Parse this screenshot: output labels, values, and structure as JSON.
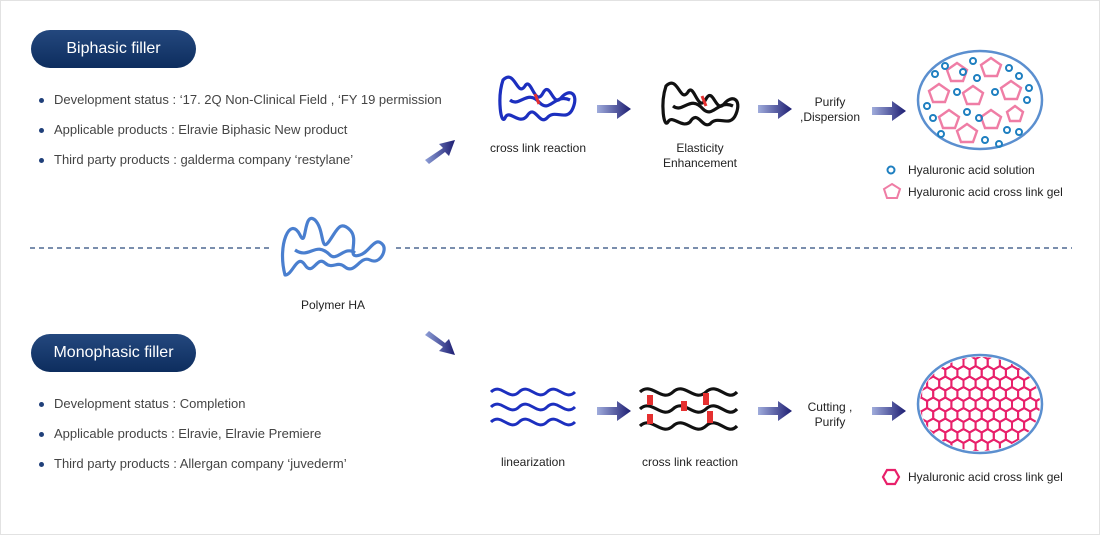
{
  "colors": {
    "pill": "#1b3b6e",
    "arrow": "#2a2a80",
    "blue_strand": "#1c2fbf",
    "crosslink": "#e53030",
    "ha_strand": "#4a7fcf",
    "solution_dot": "#1e7fc0",
    "gel_pink": "#ef7da5",
    "hex_pink": "#e8206a",
    "ellipse_border": "#5b8fcf"
  },
  "biphasic": {
    "title": "Biphasic filler",
    "bullets": [
      "Development status : ‘17. 2Q Non-Clinical Field , ‘FY 19 permission",
      "Applicable products : Elravie Biphasic New product",
      "Third party products : galderma company  ‘restylane’"
    ],
    "steps": {
      "crosslink": "cross link reaction",
      "elasticity": "Elasticity\nEnhancement",
      "purify": "Purify\n,Dispersion"
    },
    "legend": {
      "solution": "Hyaluronic acid solution",
      "gel": "Hyaluronic acid cross link gel"
    }
  },
  "polymer_label": "Polymer HA",
  "monophasic": {
    "title": "Monophasic filler",
    "bullets": [
      "Development status : Completion",
      "Applicable products : Elravie, Elravie  Premiere",
      "Third party products : Allergan company   ‘juvederm’"
    ],
    "steps": {
      "linearization": "linearization",
      "crosslink": "cross link reaction",
      "cutting": "Cutting ,\nPurify"
    },
    "legend": {
      "gel": "Hyaluronic acid cross link gel"
    }
  }
}
